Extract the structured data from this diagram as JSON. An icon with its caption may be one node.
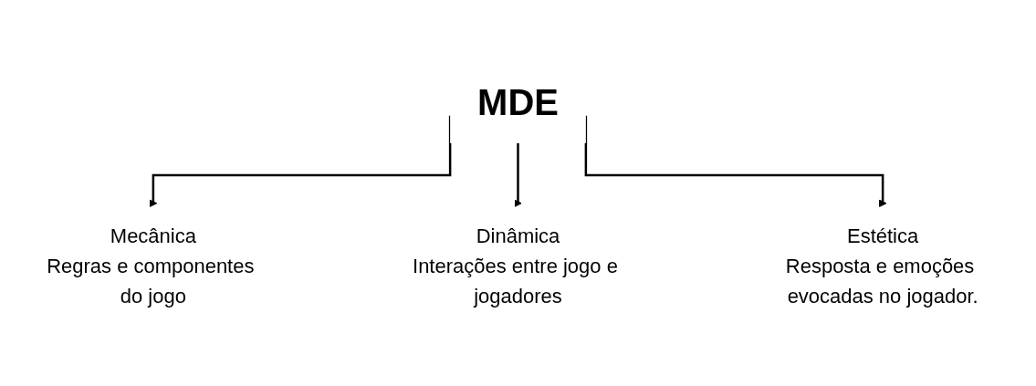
{
  "diagram": {
    "nodes": [
      {
        "text": [
          "MDE"
        ]
      },
      {
        "text": [
          "Mecânica",
          "Regras e componentes do jogo"
        ]
      },
      {
        "text": [
          "Dinâmica",
          "Interações entre jogo e jogadores"
        ]
      },
      {
        "text": [
          "Estética",
          "Resposta e emoções evocadas no jogador."
        ]
      }
    ],
    "edges": [
      {
        "from": 0,
        "to": 1,
        "arrow": "to"
      },
      {
        "from": 0,
        "to": 2,
        "arrow": "to"
      },
      {
        "from": 0,
        "to": 3,
        "arrow": "to"
      }
    ]
  }
}
